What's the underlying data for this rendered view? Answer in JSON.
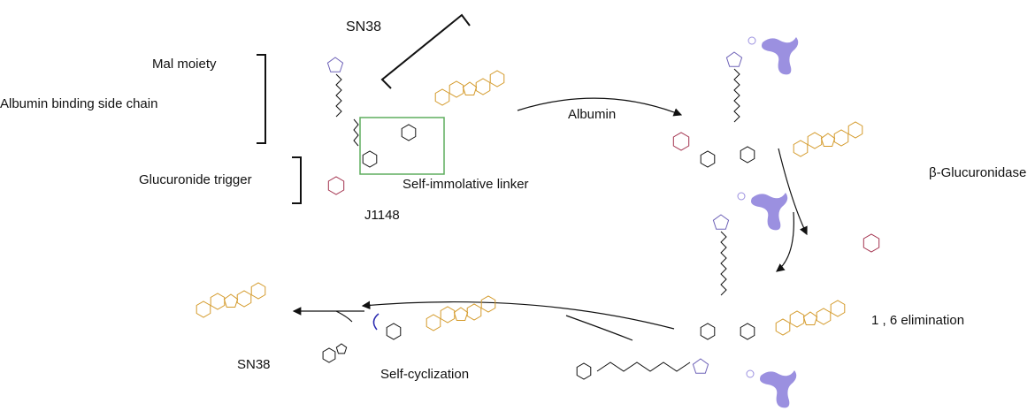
{
  "labels": {
    "sn38_top": "SN38",
    "mal_moiety": "Mal moiety",
    "albumin_chain": "Albumin binding side chain",
    "glucuronide_trigger": "Glucuronide trigger",
    "compound": "J1148",
    "linker": "Self-immolative linker",
    "albumin": "Albumin",
    "glucuronidase": "β-Glucuronidase",
    "elimination": "1 , 6  elimination",
    "cyclization": "Self-cyclization",
    "sn38_bottom": "SN38"
  },
  "colors": {
    "maleimide": "#6f63b8",
    "sn38": "#d49a2a",
    "glucuronide": "#a3324e",
    "linker_box": "#5fae5f",
    "albumin": "#9b90e0",
    "arrow_push": "#2a2ab0"
  }
}
